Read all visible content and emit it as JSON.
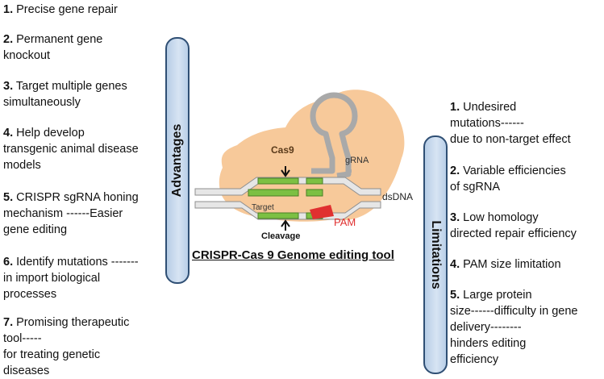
{
  "advantages": {
    "label": "Advantages",
    "items": [
      {
        "num": "1.",
        "text": "Precise gene repair"
      },
      {
        "num": "2.",
        "text": "Permanent gene\nknockout"
      },
      {
        "num": "3.",
        "text": "Target multiple genes\nsimultaneously"
      },
      {
        "num": "4.",
        "text": "Help develop\ntransgenic animal disease\nmodels"
      },
      {
        "num": "5.",
        "text": "CRISPR sgRNA honing\nmechanism ------Easier\ngene editing"
      },
      {
        "num": "6.",
        "text": "Identify mutations -------\nin import biological\nprocesses"
      },
      {
        "num": "7.",
        "text": "Promising therapeutic\ntool-----\nfor treating genetic\ndiseases"
      }
    ]
  },
  "limitations": {
    "label": "Limitations",
    "items": [
      {
        "num": "1.",
        "text": "Undesired\nmutations------\ndue to non-target effect"
      },
      {
        "num": "2.",
        "text": "Variable efficiencies\nof sgRNA"
      },
      {
        "num": "3.",
        "text": "Low homology\ndirected repair efficiency"
      },
      {
        "num": "4.",
        "text": "PAM size limitation"
      },
      {
        "num": "5.",
        "text": "Large protein\nsize------difficulty in gene\ndelivery--------\nhinders editing\nefficiency"
      }
    ]
  },
  "diagram": {
    "cas9": "Cas9",
    "grna": "gRNA",
    "dsdna": "dsDNA",
    "target": "Target",
    "pam": "PAM",
    "cleavage": "Cleavage"
  },
  "title": "CRISPR-Cas 9 Genome editing tool",
  "colors": {
    "cas9_body": "#f7c99a",
    "target_green": "#7cc043",
    "pam_red": "#e03030",
    "grna_gray": "#a9a9a9",
    "pill_border": "#2f4f74"
  }
}
